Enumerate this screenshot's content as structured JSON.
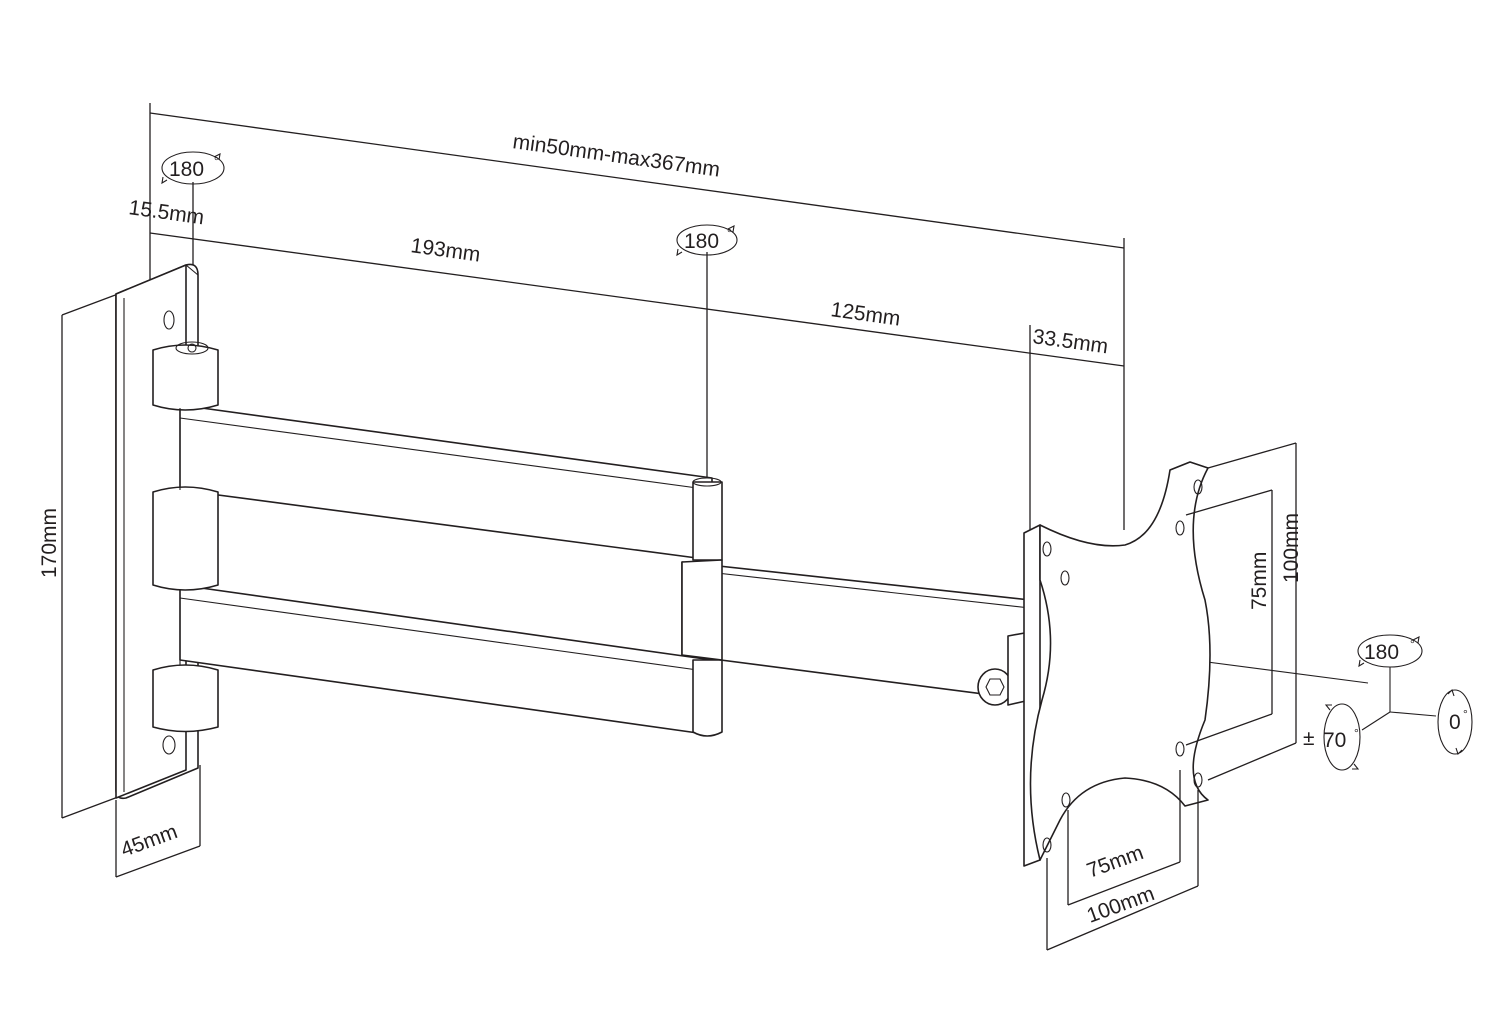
{
  "dimensions": {
    "overall_reach": "min50mm-max367mm",
    "arm1_length": "193mm",
    "arm2_length": "125mm",
    "wall_offset": "15.5mm",
    "plate_offset": "33.5mm",
    "wall_plate_height": "170mm",
    "wall_plate_width": "45mm",
    "vesa_v_small": "75mm",
    "vesa_v_large": "100mm",
    "vesa_h_small": "75mm",
    "vesa_h_large": "100mm"
  },
  "rotations": {
    "wall_pivot": "180",
    "elbow_pivot": "180",
    "head_swivel": "180",
    "tilt_prefix": "±",
    "tilt": "70",
    "rotate": "0"
  },
  "colors": {
    "line": "#231f20",
    "background": "#ffffff"
  }
}
